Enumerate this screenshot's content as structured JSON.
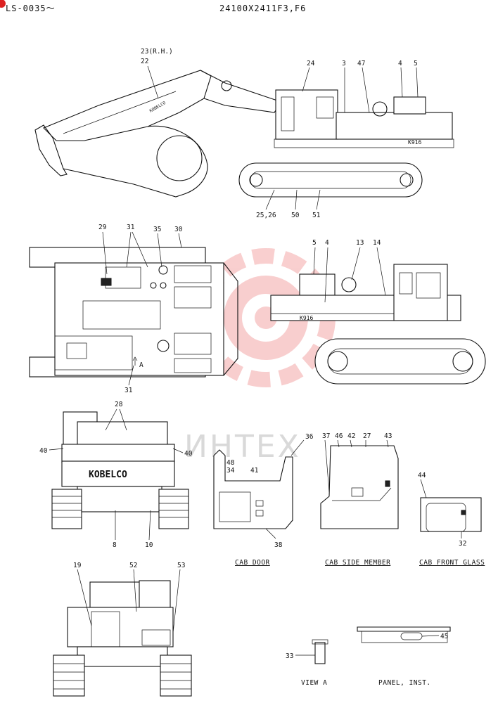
{
  "header": {
    "left_code": "LS-0035〜",
    "right_code": "24100X2411F3,F6"
  },
  "watermark": {
    "text": "ИНТЕХ",
    "color": "#f4a7a7"
  },
  "brand_marks": [
    "KOBELCO",
    "K916"
  ],
  "callouts": {
    "side_view": {
      "c23": "23(R.H.)",
      "c22": "22",
      "c24": "24",
      "c3": "3",
      "c47": "47",
      "c4": "4",
      "c5": "5",
      "c2526": "25,26",
      "c50": "50",
      "c51": "51"
    },
    "top_view": {
      "c29": "29",
      "c31a": "31",
      "c35": "35",
      "c30": "30",
      "c31b": "31",
      "cA": "A"
    },
    "right_side_view": {
      "c5": "5",
      "c4": "4",
      "c13": "13",
      "c14": "14"
    },
    "rear_view": {
      "c28": "28",
      "c40l": "40",
      "c40r": "40",
      "c8": "8",
      "c10": "10"
    },
    "cab_door": {
      "c36": "36",
      "c48": "48",
      "c34": "34",
      "c41": "41",
      "c38": "38"
    },
    "cab_side_member": {
      "c37": "37",
      "c46": "46",
      "c42": "42",
      "c27": "27",
      "c43": "43"
    },
    "cab_front_glass": {
      "c44": "44",
      "c32": "32"
    },
    "front_view": {
      "c19": "19",
      "c52": "52",
      "c53": "53"
    },
    "view_a": {
      "c33": "33"
    },
    "panel_inst": {
      "c45": "45"
    }
  },
  "captions": {
    "cab_door": "CAB DOOR",
    "cab_side_member": "CAB SIDE MEMBER",
    "cab_front_glass": "CAB FRONT GLASS",
    "view_a": "VIEW A",
    "panel_inst": "PANEL, INST."
  }
}
